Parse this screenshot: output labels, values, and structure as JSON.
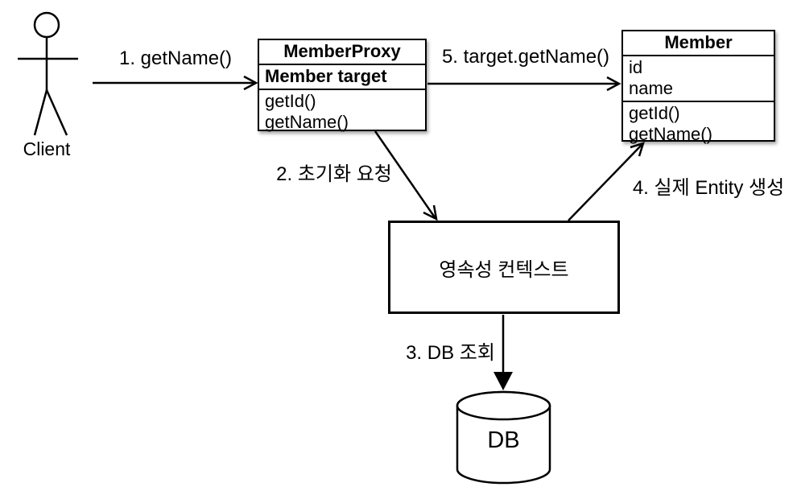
{
  "diagram": {
    "actor": {
      "label": "Client"
    },
    "arrows": {
      "step1": {
        "label": "1. getName()"
      },
      "step2": {
        "label": "2. 초기화 요청"
      },
      "step3": {
        "label": "3. DB 조회"
      },
      "step4": {
        "label": "4. 실제 Entity 생성"
      },
      "step5": {
        "label": "5. target.getName()"
      }
    },
    "member_proxy": {
      "title": "MemberProxy",
      "field": "Member target",
      "methods": [
        "getId()",
        "getName()"
      ]
    },
    "member": {
      "title": "Member",
      "fields": [
        "id",
        "name"
      ],
      "methods": [
        "getId()",
        "getName()"
      ]
    },
    "persistence_context": {
      "label": "영속성 컨텍스트"
    },
    "database": {
      "label": "DB"
    },
    "colors": {
      "line": "#000000",
      "background": "#ffffff"
    }
  }
}
